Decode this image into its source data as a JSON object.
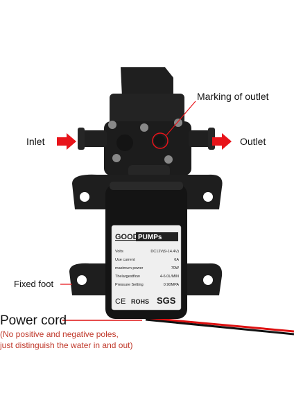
{
  "labels": {
    "inlet": "Inlet",
    "outlet": "Outlet",
    "marking": "Marking of outlet",
    "fixed_foot": "Fixed foot",
    "power_cord": "Power cord",
    "note_line1": "(No positive and negative poles,",
    "note_line2": "just distinguish the water in and out)"
  },
  "plate": {
    "brand_left": "GOOD",
    "brand_right": "PUMPs",
    "rows": [
      {
        "label": "Volts",
        "value": "DC12V(9-14.4V)"
      },
      {
        "label": "Use current",
        "value": "6A"
      },
      {
        "label": "maximum power",
        "value": "70W"
      },
      {
        "label": "Thelargestflow",
        "value": "4-6.0L/MIN"
      },
      {
        "label": "Pressure Setting",
        "value": "0.90MPA"
      }
    ],
    "marks": [
      "CE",
      "ROHS",
      "SGS"
    ]
  },
  "colors": {
    "arrow": "#e8141a",
    "body": "#1b1b1b",
    "note": "#c0392b",
    "wire_red": "#d11",
    "wire_black": "#111"
  }
}
